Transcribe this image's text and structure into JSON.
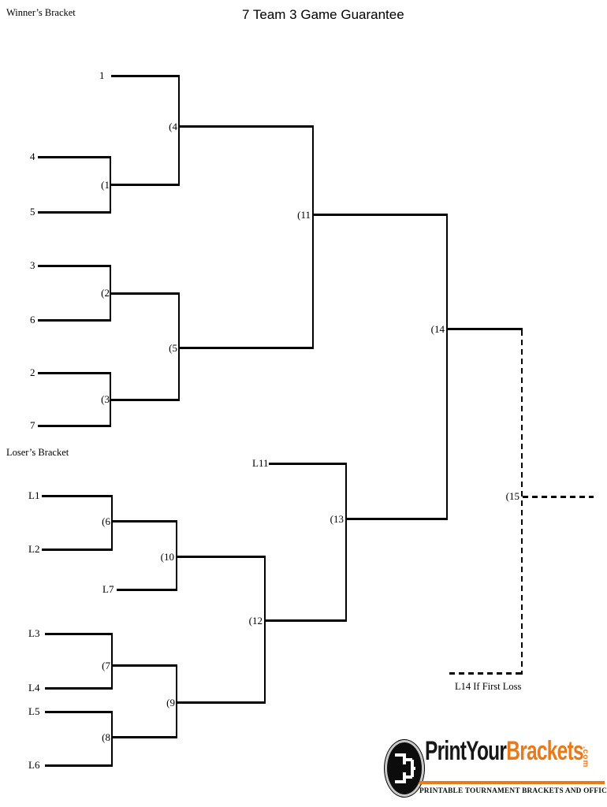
{
  "titles": {
    "winners_bracket": "Winner’s Bracket",
    "main": "7 Team 3 Game Guarantee",
    "losers_bracket": "Loser’s Bracket"
  },
  "winner_seeds": {
    "s1": "1",
    "s2": "2",
    "s3": "3",
    "s4": "4",
    "s5": "5",
    "s6": "6",
    "s7": "7"
  },
  "loser_entries": {
    "l1": "L1",
    "l2": "L2",
    "l3": "L3",
    "l4": "L4",
    "l5": "L5",
    "l6": "L6",
    "l7": "L7",
    "l11": "L11"
  },
  "game_labels": {
    "g1": "(1",
    "g2": "(2",
    "g3": "(3",
    "g4": "(4",
    "g5": "(5",
    "g6": "(6",
    "g7": "(7",
    "g8": "(8",
    "g9": "(9",
    "g10": "(10",
    "g11": "(11",
    "g12": "(12",
    "g13": "(13",
    "g14": "(14",
    "g15": "(15"
  },
  "annotations": {
    "l14_if_first_loss": "L14 If First Loss"
  },
  "logo": {
    "print_your": "PrintYour",
    "brackets": "Brackets",
    "dot_com": ".com",
    "tagline": "PRINTABLE TOURNAMENT BRACKETS AND OFFICE POOLS",
    "accent_color": "#E87A1E"
  }
}
